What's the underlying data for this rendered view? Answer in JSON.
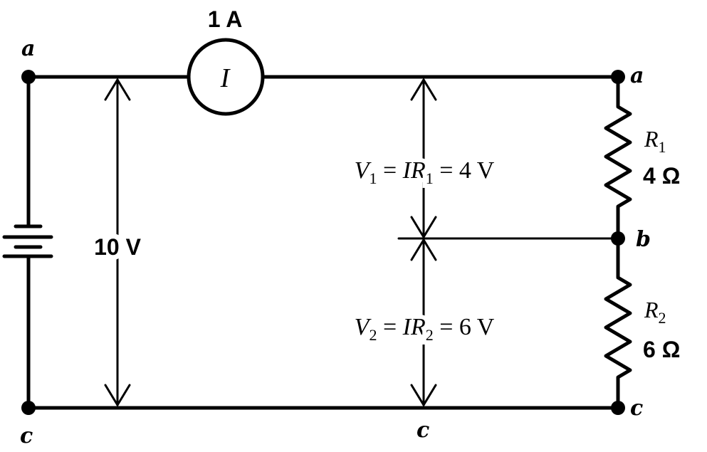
{
  "nodes": {
    "a_left": "a",
    "a_right": "a",
    "b": "b",
    "c_left": "c",
    "c_mid": "c",
    "c_right": "c"
  },
  "ammeter": {
    "label": "I",
    "current": "1 A"
  },
  "source": {
    "voltage": "10 V"
  },
  "r1": {
    "name": "R",
    "sub": "1",
    "value": "4 Ω"
  },
  "r2": {
    "name": "R",
    "sub": "2",
    "value": "6 Ω"
  },
  "v1": {
    "v": "V",
    "vsub": "1",
    "eq1": " = ",
    "i": "IR",
    "isub": "1",
    "eq2": " = 4 V"
  },
  "v2": {
    "v": "V",
    "vsub": "2",
    "eq1": " = ",
    "i": "IR",
    "isub": "2",
    "eq2": " = 6 V"
  }
}
